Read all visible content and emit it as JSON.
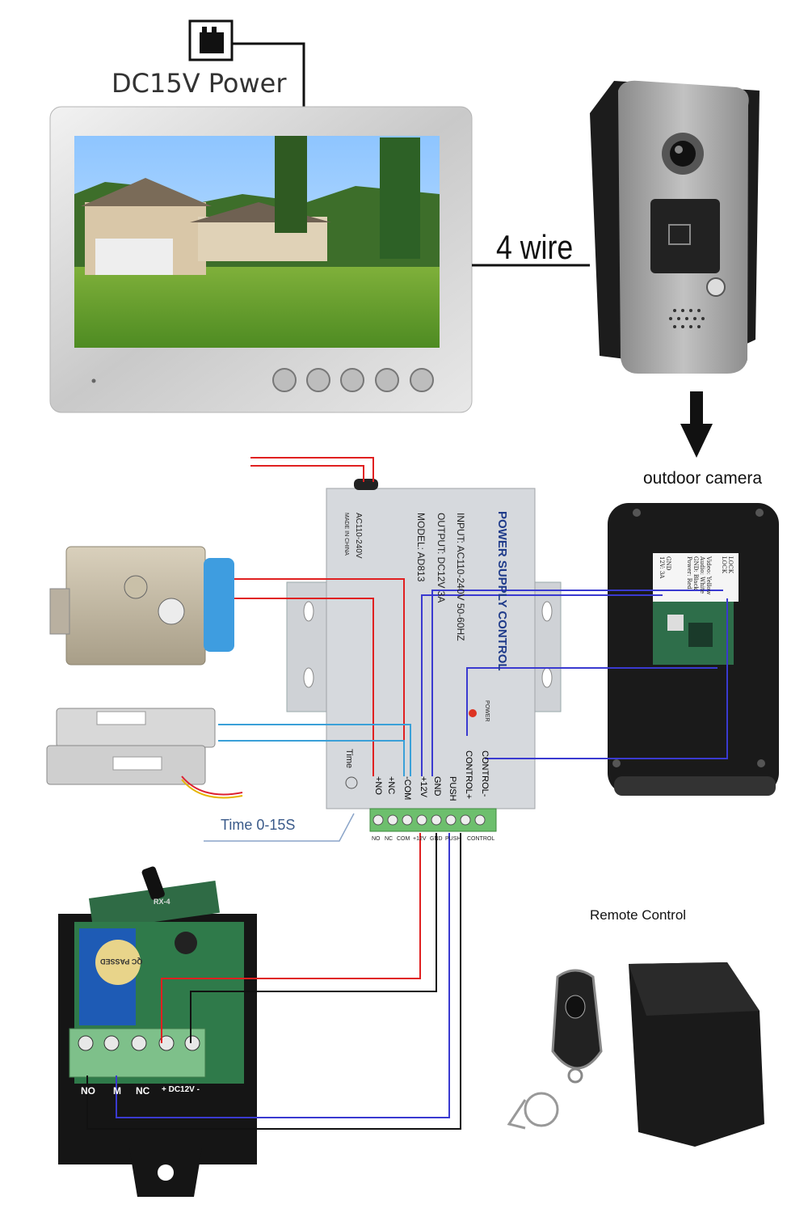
{
  "labels": {
    "power": "DC15V Power",
    "wire": "4 wire",
    "outdoor_camera": "outdoor camera",
    "time": "Time 0-15S",
    "remote_control": "Remote Control"
  },
  "psu": {
    "title": "POWER SUPPLY CONTROL",
    "input": "INPUT: AC110-240V  50-60HZ",
    "output": "OUTPUT: DC12V 3A",
    "model": "MODEL: AD813",
    "ac": "AC110-240V",
    "made": "MADE IN CHINA",
    "power_led": "POWER",
    "time": "Time",
    "side_terminals": [
      "+NO",
      "+NC",
      "-COM",
      "+12V",
      "GND",
      "PUSH",
      "CONTROL+",
      "CONTROL-"
    ],
    "bottom_terminals": [
      "NO",
      "NC",
      "COM",
      "+12V",
      "GND",
      "PUSH",
      "CONTROL"
    ]
  },
  "camera_back": {
    "lines": [
      "LOCK",
      "LOCK",
      "Video: Yellow",
      "Audio: White",
      "GND: Black",
      "Power: Red",
      "GND",
      "12V: 3A"
    ]
  },
  "relay": {
    "terminals": [
      "NO",
      "M",
      "NC",
      "+ DC12V -"
    ],
    "badge": "QC PASSED",
    "module": "RX-4"
  },
  "colors": {
    "red_wire": "#e02020",
    "blue_wire": "#3a3ad0",
    "black_wire": "#111111",
    "cyan_wire": "#3aa0d8",
    "psu_body": "#d4d7db",
    "terminal_green": "#6dbf6d"
  }
}
